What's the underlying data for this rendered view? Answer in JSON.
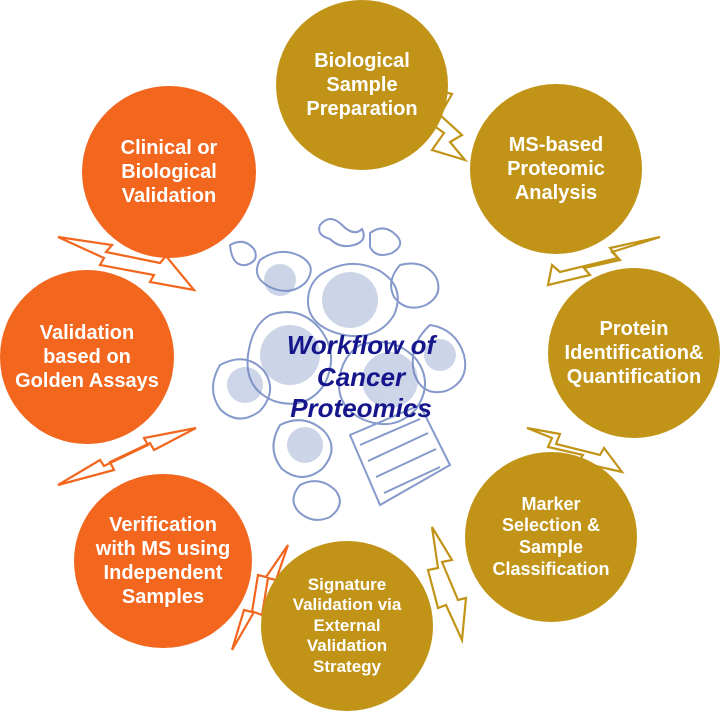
{
  "center": {
    "title": "Workflow of\nCancer\nProteomics"
  },
  "nodes": [
    {
      "id": "biological-sample-preparation",
      "label": "Biological\nSample\nPreparation",
      "color": "#c19418"
    },
    {
      "id": "ms-based-proteomic-analysis",
      "label": "MS-based\nProteomic\nAnalysis",
      "color": "#c19418"
    },
    {
      "id": "protein-identification-quantification",
      "label": "Protein\nIdentification&\nQuantification",
      "color": "#c19418"
    },
    {
      "id": "marker-selection-sample-classification",
      "label": "Marker\nSelection &\nSample\nClassification",
      "color": "#c19418"
    },
    {
      "id": "signature-validation",
      "label": "Signature\nValidation via\nExternal\nValidation\nStrategy",
      "color": "#c19418"
    },
    {
      "id": "verification-with-ms",
      "label": "Verification\nwith MS using\nIndependent\nSamples",
      "color": "#f2661e"
    },
    {
      "id": "validation-golden-assays",
      "label": "Validation\nbased on\nGolden Assays",
      "color": "#f2661e"
    },
    {
      "id": "clinical-biological-validation",
      "label": "Clinical or\nBiological\nValidation",
      "color": "#f2661e"
    }
  ],
  "colors": {
    "gold": "#c19418",
    "orange": "#f2661e",
    "center_text": "#16168c",
    "protein": "#6f86c0"
  }
}
